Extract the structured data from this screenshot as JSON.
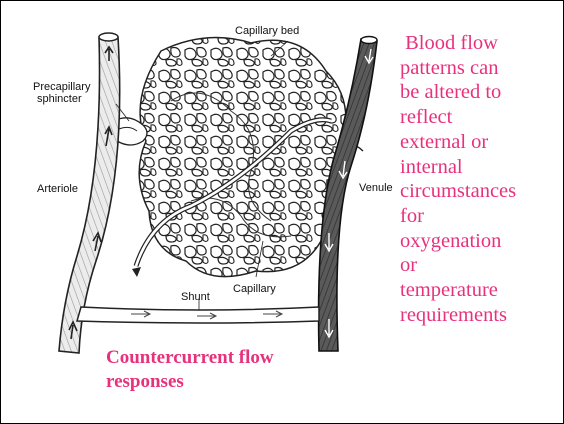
{
  "labels": {
    "capillary_bed": "Capillary bed",
    "precapillary_line1": "Precapillary",
    "precapillary_line2": "sphincter",
    "arteriole": "Arteriole",
    "venule": "Venule",
    "capillary": "Capillary",
    "shunt": "Shunt"
  },
  "side_note_lines": [
    " Blood flow",
    "patterns can",
    "be altered to",
    "reflect",
    "external or",
    "internal",
    "circumstances",
    "for",
    "oxygenation",
    "or",
    "temperature",
    "requirements"
  ],
  "caption_lines": [
    "Countercurrent flow",
    "responses"
  ],
  "colors": {
    "accent": "#e8317d",
    "arteriole_fill": "#e6e6e6",
    "venule_fill": "#555555"
  }
}
